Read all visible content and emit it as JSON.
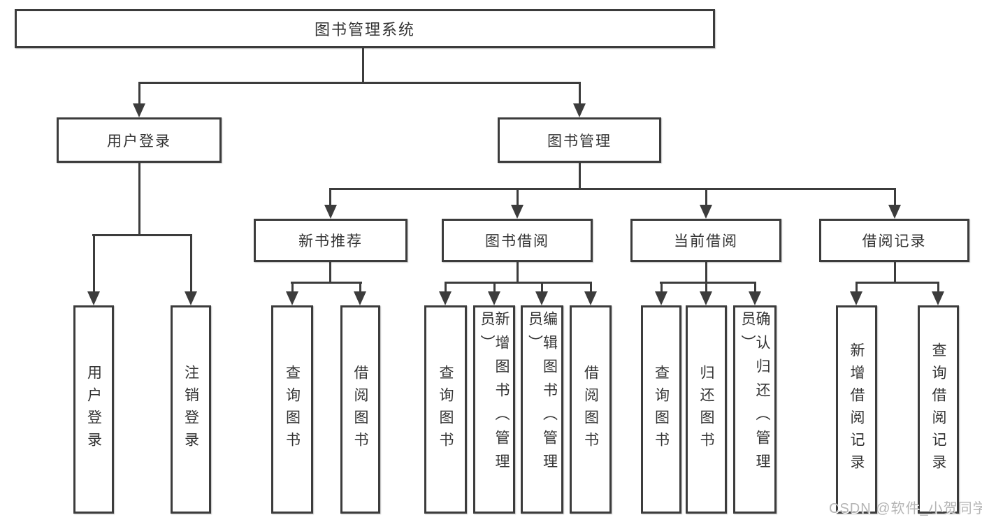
{
  "diagram_type": "hierarchy-tree",
  "tree": {
    "label": "图书管理系统",
    "children": [
      {
        "label": "用户登录",
        "children": [
          {
            "label": "用户登录"
          },
          {
            "label": "注销登录"
          }
        ]
      },
      {
        "label": "图书管理",
        "children": [
          {
            "label": "新书推荐",
            "children": [
              {
                "label": "查询图书"
              },
              {
                "label": "借阅图书"
              }
            ]
          },
          {
            "label": "图书借阅",
            "children": [
              {
                "label": "查询图书"
              },
              {
                "label": "新增图书（管理员）"
              },
              {
                "label": "编辑图书（管理员）"
              },
              {
                "label": "借阅图书"
              }
            ]
          },
          {
            "label": "当前借阅",
            "children": [
              {
                "label": "查询图书"
              },
              {
                "label": "归还图书"
              },
              {
                "label": "确认归还（管理员）"
              }
            ]
          },
          {
            "label": "借阅记录",
            "children": [
              {
                "label": "新增借阅记录"
              },
              {
                "label": "查询借阅记录"
              }
            ]
          }
        ]
      }
    ]
  },
  "watermark": "CSDN @软件_小贺同学",
  "colors": {
    "line": "#3c3c3c",
    "text": "#333333",
    "background": "#ffffff",
    "watermark": "#b5b5b5"
  }
}
